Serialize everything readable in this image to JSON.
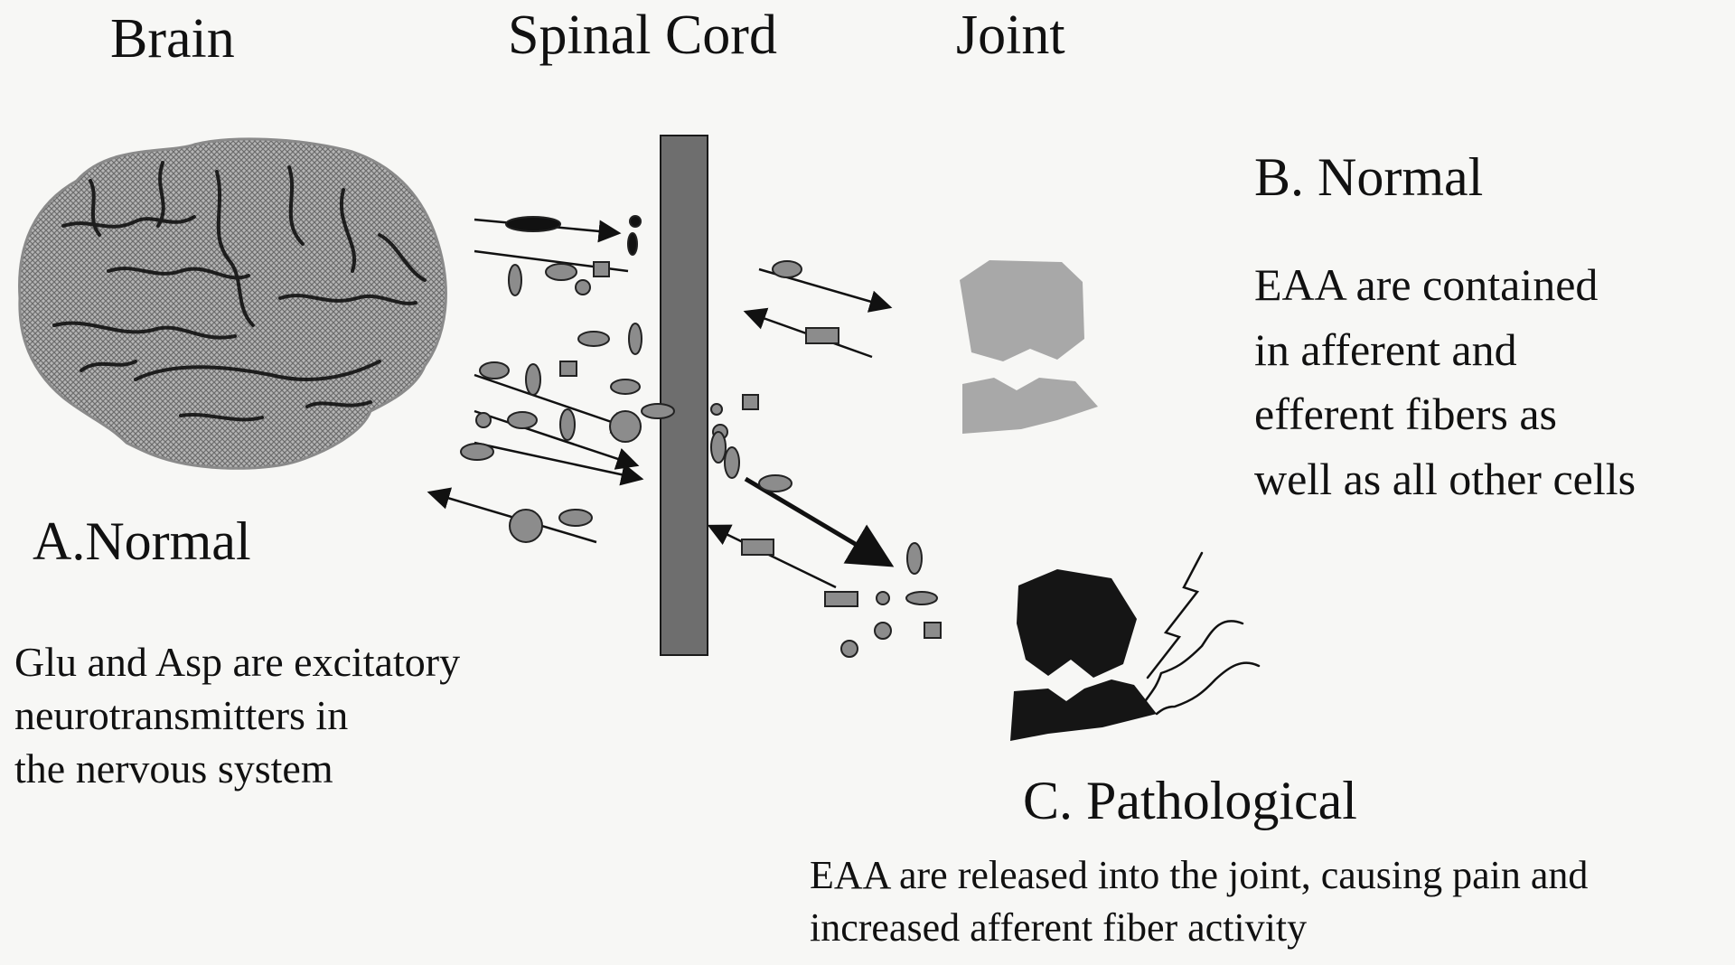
{
  "headers": {
    "brain": "Brain",
    "spinal_cord": "Spinal Cord",
    "joint": "Joint"
  },
  "section_a": {
    "title": "A.Normal",
    "lines": [
      "Glu and Asp are excitatory",
      "neurotransmitters in",
      "the nervous system"
    ]
  },
  "section_b": {
    "title": "B.  Normal",
    "lines": [
      "EAA are contained",
      "in afferent and",
      "efferent fibers as",
      "well as all other cells"
    ]
  },
  "section_c": {
    "title": "C. Pathological",
    "lines": [
      "EAA are released into the joint, causing pain and",
      "increased afferent fiber activity"
    ]
  },
  "colors": {
    "brain_fill": "#9a9a9a",
    "cord_fill": "#6e6e6e",
    "joint_normal": "#a8a8a8",
    "joint_pathological": "#151515",
    "molecule_fill": "#8c8c8c"
  }
}
